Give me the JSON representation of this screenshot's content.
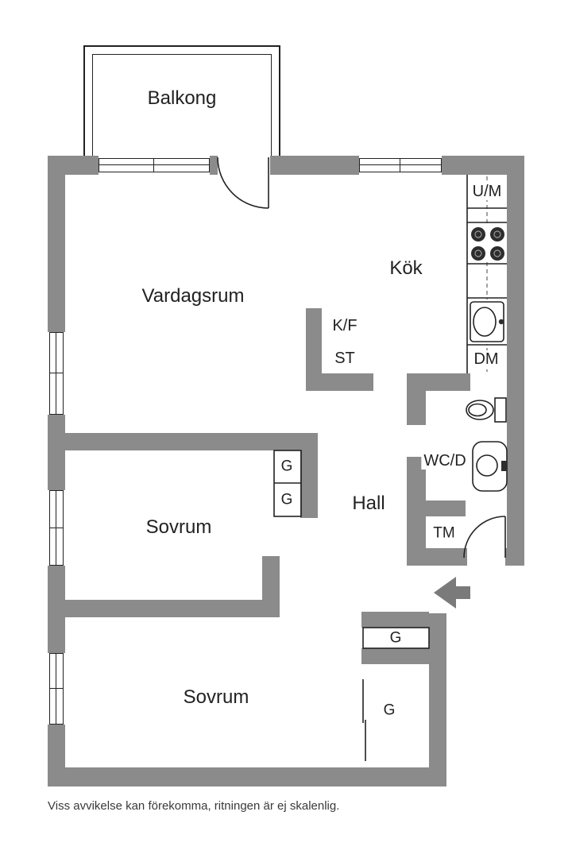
{
  "colors": {
    "wall": "#8b8b8b",
    "line": "#222222",
    "text": "#222222",
    "arrow": "#7a7a7a"
  },
  "rooms": {
    "balcony": "Balkong",
    "living_room": "Vardagsrum",
    "kitchen": "Kök",
    "bedroom_1": "Sovrum",
    "bedroom_2": "Sovrum",
    "hall": "Hall",
    "bathroom": "WC/D"
  },
  "appliances": {
    "um": "U/M",
    "dm": "DM",
    "kf": "K/F",
    "st": "ST",
    "tm": "TM"
  },
  "closets": {
    "g1": "G",
    "g2": "G",
    "g3": "G",
    "g4": "G"
  },
  "icons": {
    "entrance_arrow": "arrow-left"
  },
  "footer": {
    "disclaimer": "Viss avvikelse kan förekomma, ritningen är ej skalenlig."
  }
}
